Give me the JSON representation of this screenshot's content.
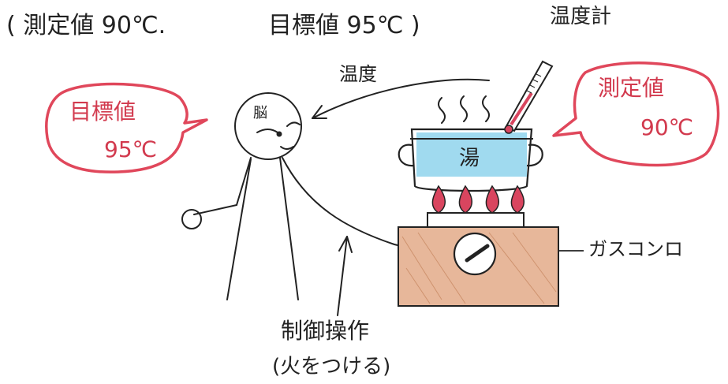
{
  "header": {
    "measured_label": "( 測定値 90℃.",
    "target_label": "目標値 95℃ )"
  },
  "labels": {
    "thermometer": "温度計",
    "temperature": "温度",
    "brain": "脳",
    "water": "湯",
    "gas_stove": "ガスコンロ",
    "control_operation": "制御操作",
    "control_note": "(火をつける)"
  },
  "bubbles": {
    "target": {
      "title": "目標値",
      "value": "95℃"
    },
    "measured": {
      "title": "測定値",
      "value": "90℃"
    }
  },
  "colors": {
    "ink": "#222222",
    "bubble_red": "#e0475b",
    "flame_red": "#d9455f",
    "water_blue": "#8fd3ec",
    "stove_brown": "#c98a64"
  }
}
